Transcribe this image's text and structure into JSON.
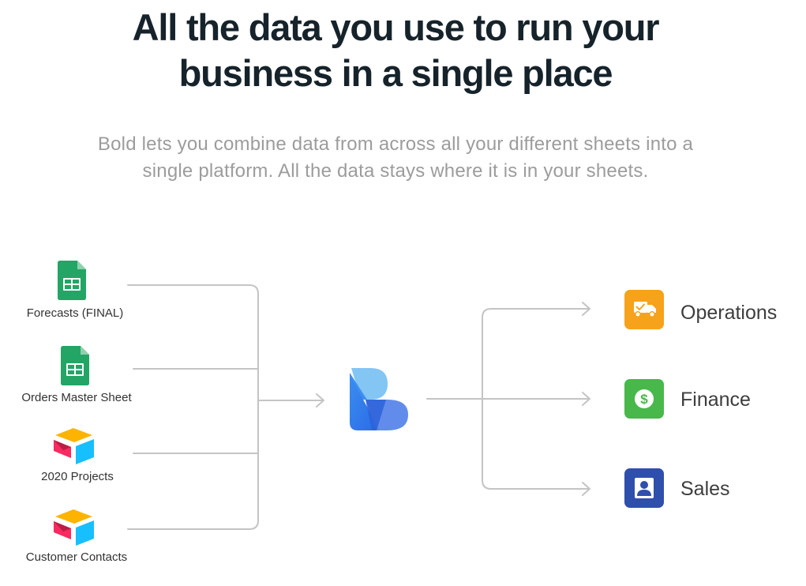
{
  "headline": {
    "line1": "All the data you use to run your",
    "line2": "business in a single place"
  },
  "subhead": {
    "line1": "Bold lets you combine data from across all your different sheets into a",
    "line2": "single platform. All the data stays where it is in your sheets."
  },
  "sources": [
    {
      "label": "Forecasts (FINAL)",
      "icon": "google-sheets-icon"
    },
    {
      "label": "Orders Master Sheet",
      "icon": "google-sheets-icon"
    },
    {
      "label": "2020 Projects",
      "icon": "airtable-icon"
    },
    {
      "label": "Customer Contacts",
      "icon": "airtable-icon"
    }
  ],
  "hub": {
    "icon": "bold-logo-icon"
  },
  "destinations": [
    {
      "label": "Operations",
      "icon": "delivery-truck-icon",
      "color": "#f7a21b"
    },
    {
      "label": "Finance",
      "icon": "dollar-coin-icon",
      "color": "#48b84a"
    },
    {
      "label": "Sales",
      "icon": "user-badge-icon",
      "color": "#2f4fad"
    }
  ],
  "colors": {
    "sheets_green": "#23a566",
    "connector": "#c4c4c4",
    "headline": "#16232b",
    "subhead": "#9c9c9c"
  }
}
